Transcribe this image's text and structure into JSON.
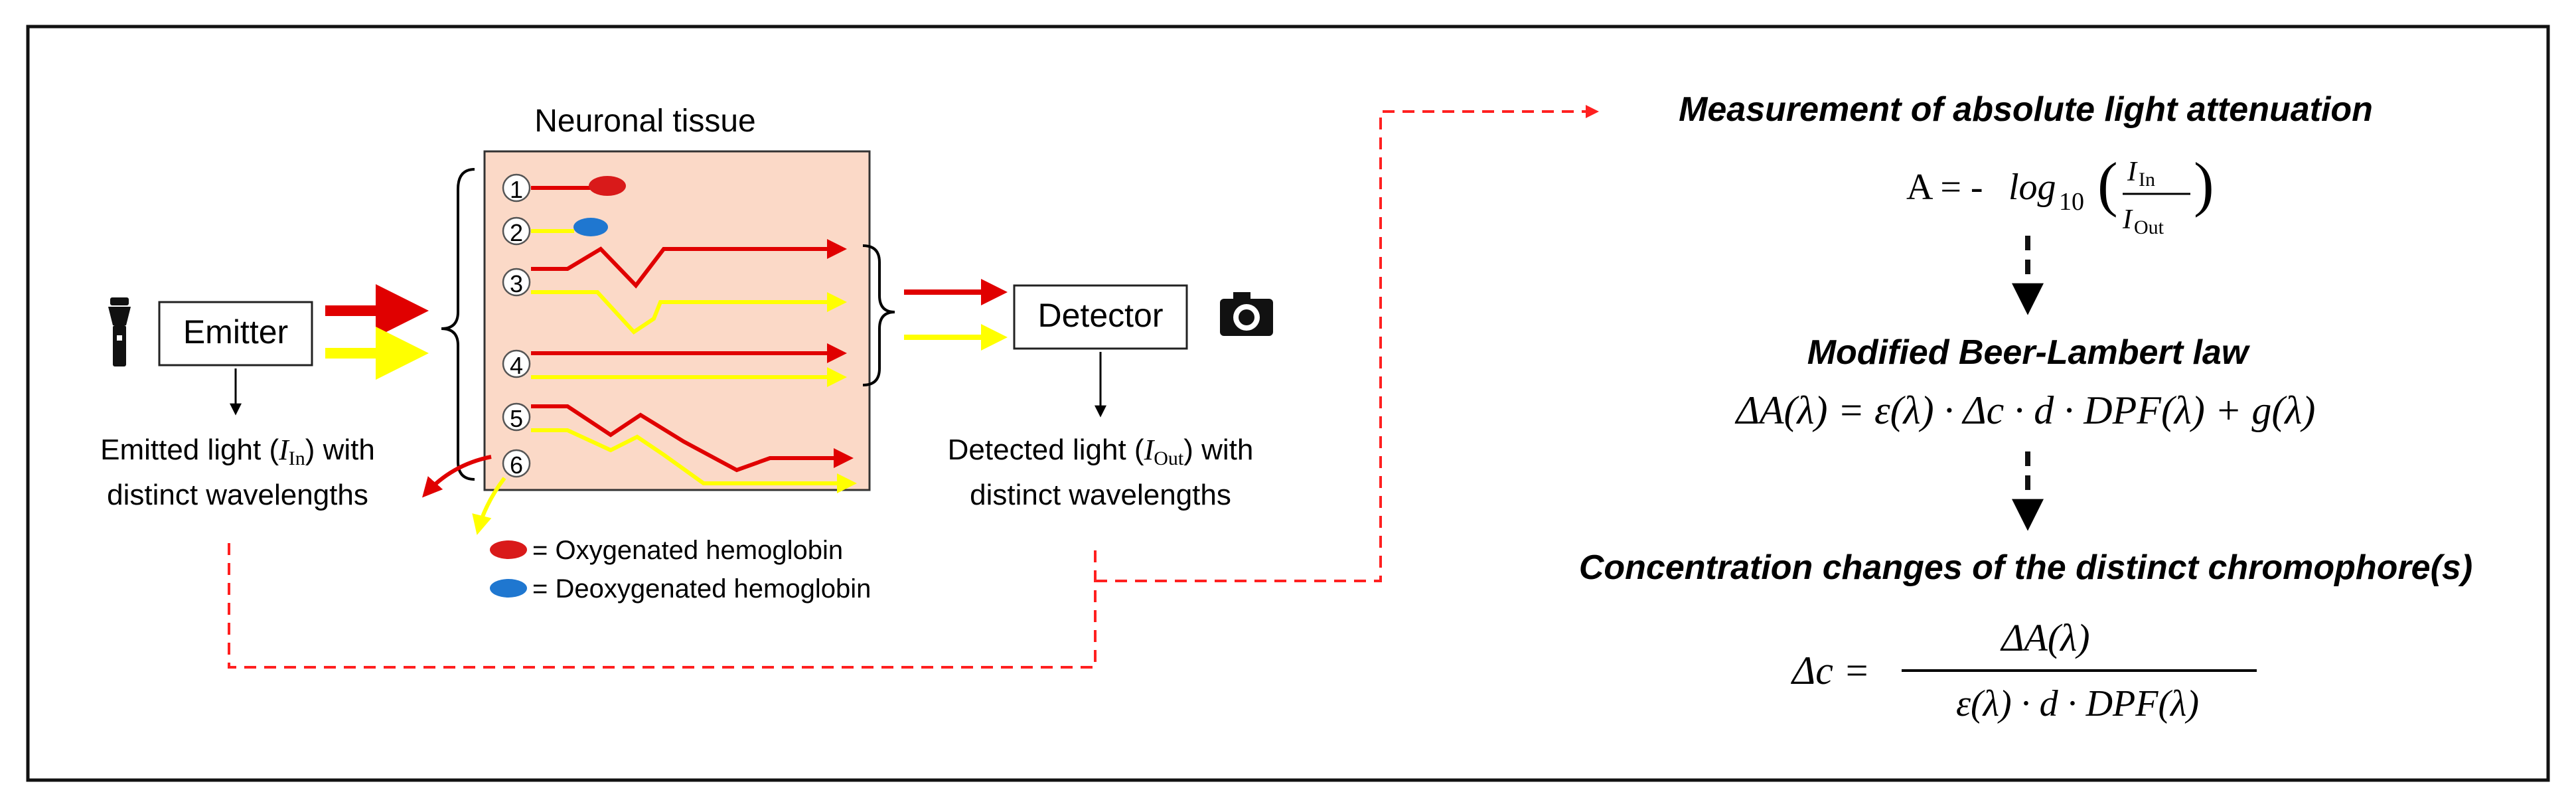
{
  "tissue": {
    "title": "Neuronal tissue",
    "paths": [
      "1",
      "2",
      "3",
      "4",
      "5",
      "6"
    ]
  },
  "emitter": {
    "label": "Emitter",
    "caption_line1_pre": "Emitted light (",
    "caption_var": "I",
    "caption_sub": "In",
    "caption_line1_post": ") with",
    "caption_line2": "distinct wavelengths"
  },
  "detector": {
    "label": "Detector",
    "caption_line1_pre": "Detected light (",
    "caption_var": "I",
    "caption_sub": "Out",
    "caption_line1_post": ") with",
    "caption_line2": "distinct wavelengths"
  },
  "legend": {
    "oxy": "= Oxygenated hemoglobin",
    "deoxy": "= Deoxygenated hemoglobin"
  },
  "steps": {
    "step1_title": "Measurement of absolute light attenuation",
    "step1_eq_lhs": "A = - ",
    "step1_eq_log": "log",
    "step1_eq_base": "10",
    "step1_eq_num_var": "I",
    "step1_eq_num_sub": "In",
    "step1_eq_den_var": "I",
    "step1_eq_den_sub": "Out",
    "step2_title": "Modified Beer-Lambert law",
    "step2_eq": "ΔA(λ) =  ε(λ) · Δc · d · DPF(λ) + g(λ)",
    "step3_title": "Concentration changes of the distinct chromophore(s)",
    "step3_lhs": "Δc =",
    "step3_num": "ΔA(λ)",
    "step3_den": "ε(λ) ·  d  ·  DPF(λ)"
  },
  "colors": {
    "red": "#e00000",
    "yellow": "#ffff00",
    "tissue_fill": "#fbd9c7",
    "oxy": "#d91a1a",
    "deoxy": "#1f77d0",
    "dashed": "#ff2020"
  },
  "icons": {
    "emitter": "flashlight-icon",
    "detector": "camera-icon"
  }
}
